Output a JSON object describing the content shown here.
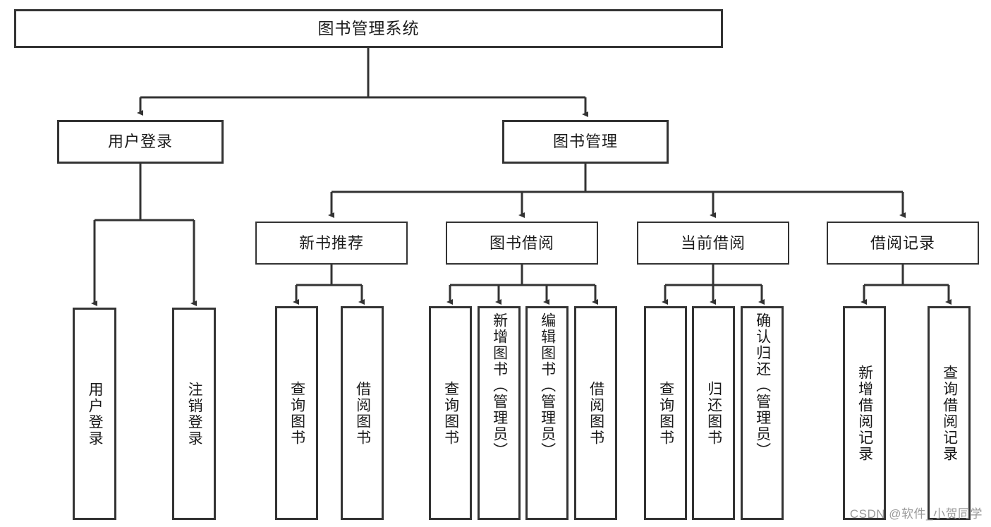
{
  "diagram": {
    "title": "图书管理系统",
    "watermark": "CSDN @软件_小贺同学",
    "line_color": "#333333",
    "box_border_color": "#333333",
    "box_fill_color": "#ffffff",
    "text_color": "#1a1a1a",
    "watermark_color": "#9a9a9a"
  },
  "nodes": {
    "root": {
      "label": "图书管理系统"
    },
    "login": {
      "label": "用户登录"
    },
    "book_manage": {
      "label": "图书管理"
    },
    "new_book_rec": {
      "label": "新书推荐"
    },
    "book_borrow": {
      "label": "图书借阅"
    },
    "current_borrow": {
      "label": "当前借阅"
    },
    "borrow_record": {
      "label": "借阅记录"
    },
    "leaf_user_login": {
      "label": "用户登录"
    },
    "leaf_logout": {
      "label": "注销登录"
    },
    "leaf_query_book_1": {
      "label": "查询图书"
    },
    "leaf_borrow_book_1": {
      "label": "借阅图书"
    },
    "leaf_query_book_2": {
      "label": "查询图书"
    },
    "leaf_add_book": {
      "label": "新增图书（管理员）"
    },
    "leaf_edit_book": {
      "label": "编辑图书（管理员）"
    },
    "leaf_borrow_book_2": {
      "label": "借阅图书"
    },
    "leaf_query_book_3": {
      "label": "查询图书"
    },
    "leaf_return_book": {
      "label": "归还图书"
    },
    "leaf_confirm_return": {
      "label": "确认归还（管理员）"
    },
    "leaf_add_record": {
      "label": "新增借阅记录"
    },
    "leaf_query_record": {
      "label": "查询借阅记录"
    }
  },
  "chart_data": {
    "type": "diagram",
    "diagram_type": "tree",
    "title": "图书管理系统",
    "orientation": "top-down",
    "tree": {
      "label": "图书管理系统",
      "children": [
        {
          "label": "用户登录",
          "children": [
            {
              "label": "用户登录"
            },
            {
              "label": "注销登录"
            }
          ]
        },
        {
          "label": "图书管理",
          "children": [
            {
              "label": "新书推荐",
              "children": [
                {
                  "label": "查询图书"
                },
                {
                  "label": "借阅图书"
                }
              ]
            },
            {
              "label": "图书借阅",
              "children": [
                {
                  "label": "查询图书"
                },
                {
                  "label": "新增图书（管理员）"
                },
                {
                  "label": "编辑图书（管理员）"
                },
                {
                  "label": "借阅图书"
                }
              ]
            },
            {
              "label": "当前借阅",
              "children": [
                {
                  "label": "查询图书"
                },
                {
                  "label": "归还图书"
                },
                {
                  "label": "确认归还（管理员）"
                }
              ]
            },
            {
              "label": "借阅记录",
              "children": [
                {
                  "label": "新增借阅记录"
                },
                {
                  "label": "查询借阅记录"
                }
              ]
            }
          ]
        }
      ]
    }
  }
}
